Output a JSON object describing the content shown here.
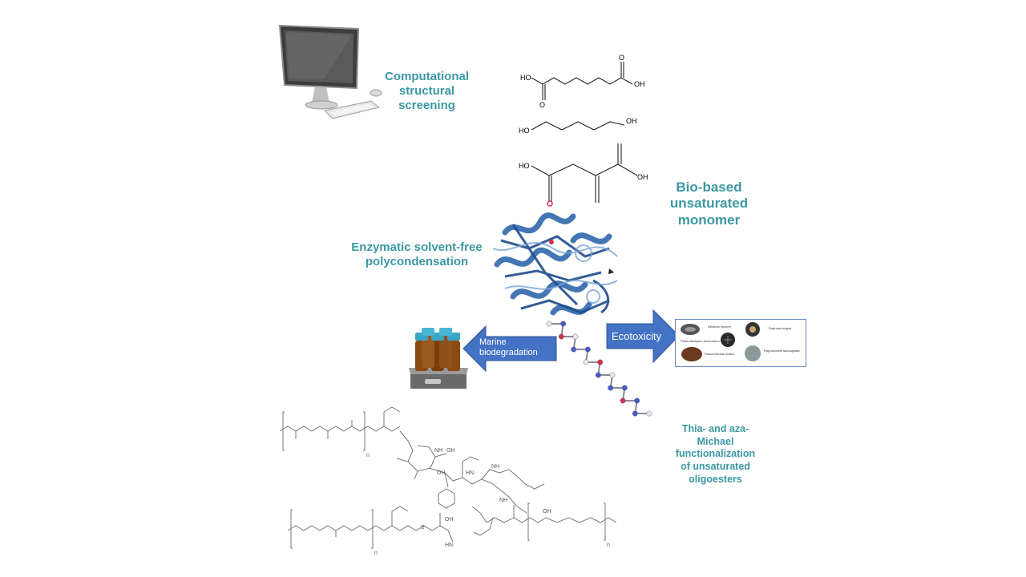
{
  "labels": {
    "computational": [
      "Computational",
      "structural",
      "screening"
    ],
    "biobased": [
      "Bio-based",
      "unsaturated",
      "monomer"
    ],
    "enzymatic": [
      "Enzymatic solvent-free",
      "polycondensation"
    ],
    "thia": [
      "Thia- and aza-",
      "Michael",
      "functionalization",
      "of unsaturated",
      "oligoesters"
    ]
  },
  "arrows": {
    "marine": [
      "Marine",
      "biodegradation"
    ],
    "ecotoxicity": "Ecotoxicity"
  },
  "chem_labels": {
    "ho": "HO",
    "oh": "OH",
    "o": "O",
    "nh": "NH",
    "hn": "HN",
    "s": "S",
    "n": "n"
  },
  "organisms": [
    "Aliivibrio fischeri",
    "Daphnia magna",
    "Phaeodactylum tricornutum",
    "Paracentrotus lividus",
    "Raphidocelis subcapitata"
  ],
  "colors": {
    "teal": "#3b98a3",
    "arrow_blue": "#4472c4",
    "protein_blue": "#3a6fb0",
    "bottle_cap": "#3aa6c4",
    "bottle_amber": "#8a4a12"
  }
}
